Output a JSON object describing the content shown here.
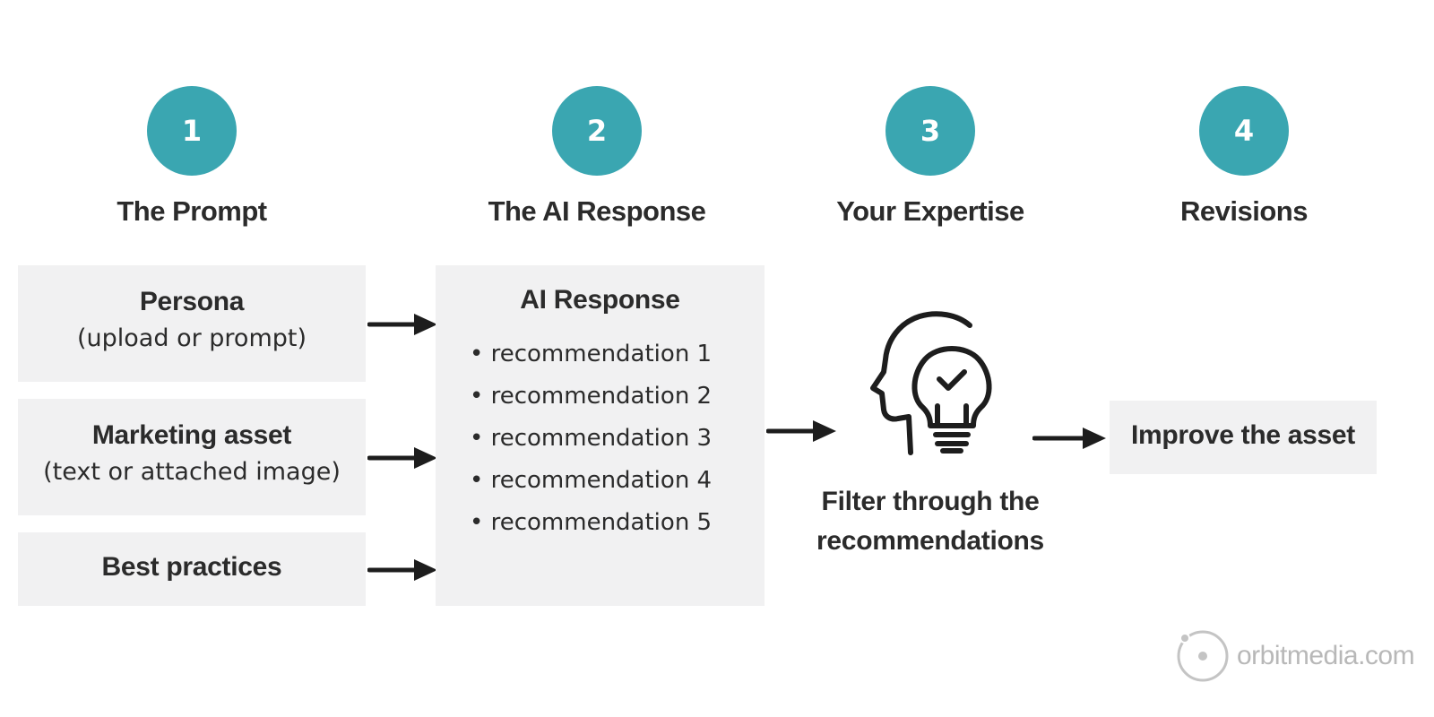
{
  "steps": [
    {
      "number": "1",
      "title": "The Prompt"
    },
    {
      "number": "2",
      "title": "The AI Response"
    },
    {
      "number": "3",
      "title": "Your Expertise"
    },
    {
      "number": "4",
      "title": "Revisions"
    }
  ],
  "inputs": {
    "persona": {
      "title": "Persona",
      "subtitle": "(upload or prompt)"
    },
    "asset": {
      "title": "Marketing asset",
      "subtitle": "(text or attached image)"
    },
    "practices": {
      "title": "Best practices"
    }
  },
  "response": {
    "title": "AI Response",
    "items": [
      "recommendation 1",
      "recommendation 2",
      "recommendation 3",
      "recommendation 4",
      "recommendation 5"
    ]
  },
  "expertise": {
    "icon": "head-lightbulb-check-icon",
    "caption_line1": "Filter through the",
    "caption_line2": "recommendations"
  },
  "revisions": {
    "label": "Improve the asset"
  },
  "brand": {
    "text": "orbitmedia.com"
  },
  "colors": {
    "accent": "#3aa6b1",
    "box": "#f1f1f2",
    "text": "#2b2b2b"
  }
}
